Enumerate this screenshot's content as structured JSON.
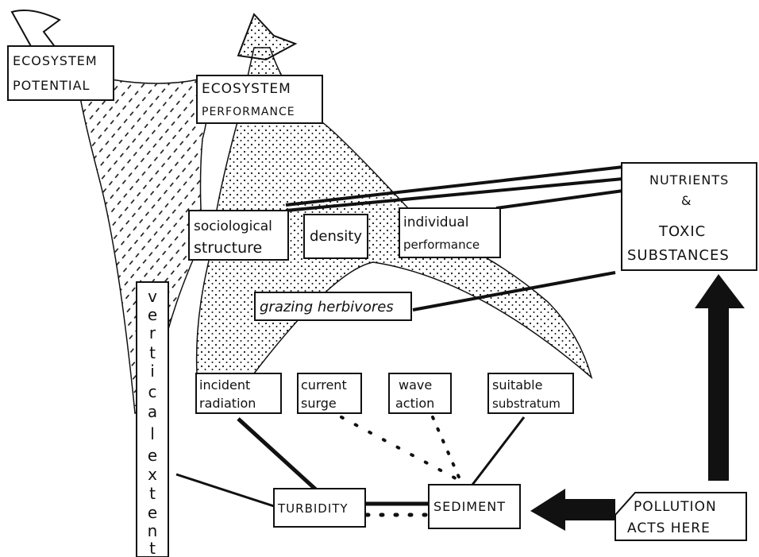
{
  "diagram": {
    "ecosystem_potential": [
      "ECOSYSTEM",
      "POTENTIAL"
    ],
    "ecosystem_performance": [
      "ECOSYSTEM",
      "PERFORMANCE"
    ],
    "sociological_structure": [
      "sociological",
      "structure"
    ],
    "density": "density",
    "individual_performance": [
      "individual",
      "performance"
    ],
    "nutrients_toxic": [
      "NUTRIENTS",
      "&",
      "TOXIC",
      "SUBSTANCES"
    ],
    "grazing_herbivores": "grazing herbivores",
    "vertical_extent": [
      "v",
      "e",
      "r",
      "t",
      "i",
      "c",
      "a",
      "l",
      "e",
      "x",
      "t",
      "e",
      "n",
      "t"
    ],
    "incident_radiation": [
      "incident",
      "radiation"
    ],
    "current_surge": [
      "current",
      "surge"
    ],
    "wave_action": [
      "wave",
      "action"
    ],
    "suitable_substratum": [
      "suitable",
      "substratum"
    ],
    "turbidity": "TURBIDITY",
    "sediment": "SEDIMENT",
    "pollution_acts_here": [
      "POLLUTION",
      "ACTS HERE"
    ]
  },
  "colors": {
    "ink": "#111111",
    "paper": "#ffffff"
  }
}
